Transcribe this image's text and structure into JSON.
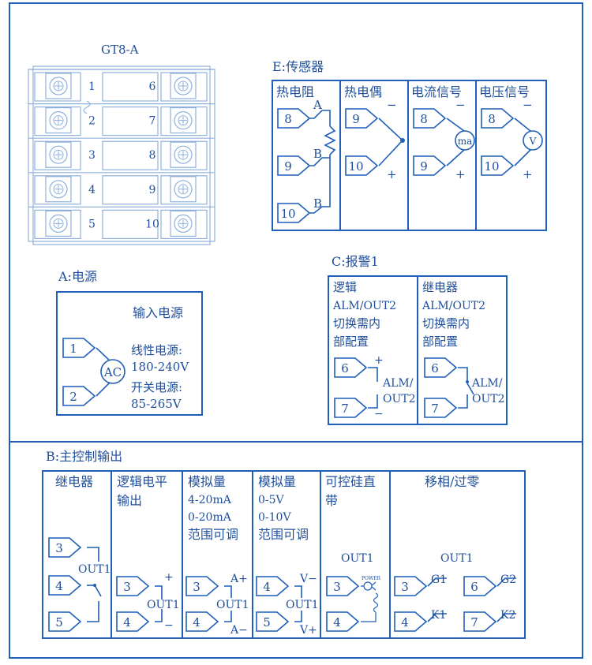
{
  "colors": {
    "line": "#1f5fb8",
    "text": "#1f4f9c",
    "terminal_fill": "#ffffff",
    "light": "#c8d8ee"
  },
  "model": "GT8-A",
  "terminal_block": {
    "left_numbers": [
      "1",
      "2",
      "3",
      "4",
      "5"
    ],
    "right_numbers": [
      "6",
      "7",
      "8",
      "9",
      "10"
    ]
  },
  "sensor": {
    "title": "E:传感器",
    "columns": [
      "热电阻",
      "热电偶",
      "电流信号",
      "电压信号"
    ],
    "rtd": {
      "terminals": [
        "8",
        "9",
        "10"
      ],
      "labels": [
        "A",
        "B",
        "B"
      ]
    },
    "thermocouple": {
      "terminals": [
        "9",
        "10"
      ],
      "signs": [
        "−",
        "+"
      ]
    },
    "current": {
      "terminals": [
        "8",
        "9"
      ],
      "signs": [
        "−",
        "+"
      ],
      "meter": "ma"
    },
    "voltage": {
      "terminals": [
        "8",
        "10"
      ],
      "signs": [
        "−",
        "+"
      ],
      "meter": "V"
    }
  },
  "power": {
    "title": "A:电源",
    "input_label": "输入电源",
    "terminals": [
      "1",
      "2"
    ],
    "ac": "AC",
    "linear_label": "线性电源:",
    "linear_range": "180-240V",
    "switching_label": "开关电源:",
    "switching_range": "85-265V"
  },
  "alarm": {
    "title": "C:报警1",
    "logic": {
      "header": "逻辑",
      "lines": [
        "ALM/OUT2",
        "切换需内",
        "部配置"
      ],
      "terminals": [
        "6",
        "7"
      ],
      "signs": [
        "+",
        "−"
      ],
      "label1": "ALM/",
      "label2": "OUT2"
    },
    "relay": {
      "header": "继电器",
      "lines": [
        "ALM/OUT2",
        "切换需内",
        "部配置"
      ],
      "terminals": [
        "6",
        "7"
      ],
      "label1": "ALM/",
      "label2": "OUT2"
    }
  },
  "main_output": {
    "title": "B:主控制输出",
    "relay": {
      "header": "继电器",
      "terminals": [
        "3",
        "4",
        "5"
      ],
      "label": "OUT1"
    },
    "logic": {
      "header": [
        "逻辑电平",
        "输出"
      ],
      "terminals": [
        "3",
        "4"
      ],
      "signs": [
        "+",
        "−"
      ],
      "label": "OUT1"
    },
    "analog_current": {
      "header": [
        "模拟量",
        "4-20mA",
        "0-20mA",
        "范围可调"
      ],
      "terminals": [
        "3",
        "4"
      ],
      "signs": [
        "A+",
        "A−"
      ],
      "label": "OUT1"
    },
    "analog_voltage": {
      "header": [
        "模拟量",
        "0-5V",
        "0-10V",
        "范围可调"
      ],
      "terminals": [
        "4",
        "5"
      ],
      "signs": [
        "V−",
        "V+"
      ],
      "label": "OUT1"
    },
    "scr": {
      "header": [
        "可控硅直",
        "带"
      ],
      "terminals": [
        "3",
        "4"
      ],
      "label": "OUT1",
      "power": "POWER"
    },
    "phase": {
      "header": "移相/过零",
      "label": "OUT1",
      "terminals": [
        "3",
        "4",
        "6",
        "7"
      ],
      "gates": [
        "G1",
        "K1",
        "G2",
        "K2"
      ]
    }
  }
}
